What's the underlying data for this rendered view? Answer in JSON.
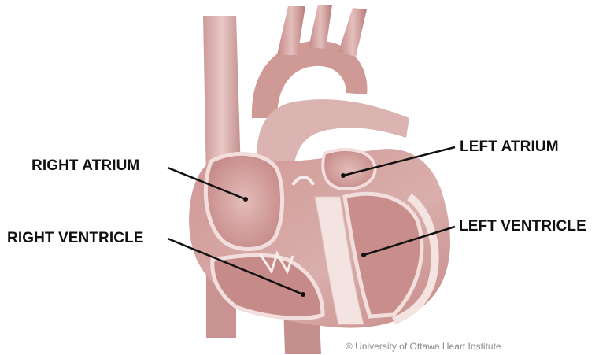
{
  "labels": {
    "right_atrium": "RIGHT ATRIUM",
    "right_ventricle": "RIGHT VENTRICLE",
    "left_atrium": "LEFT ATRIUM",
    "left_ventricle": "LEFT VENTRICLE"
  },
  "credit": "© University of Ottawa Heart Institute",
  "colors": {
    "tissue_light": "#e9c9c6",
    "tissue_mid": "#c98f8c",
    "tissue_dark": "#9e5f5e",
    "chamber_fill": "#d8a5a2",
    "septum_fill": "#f3e3e1",
    "leader_line": "#111111"
  }
}
